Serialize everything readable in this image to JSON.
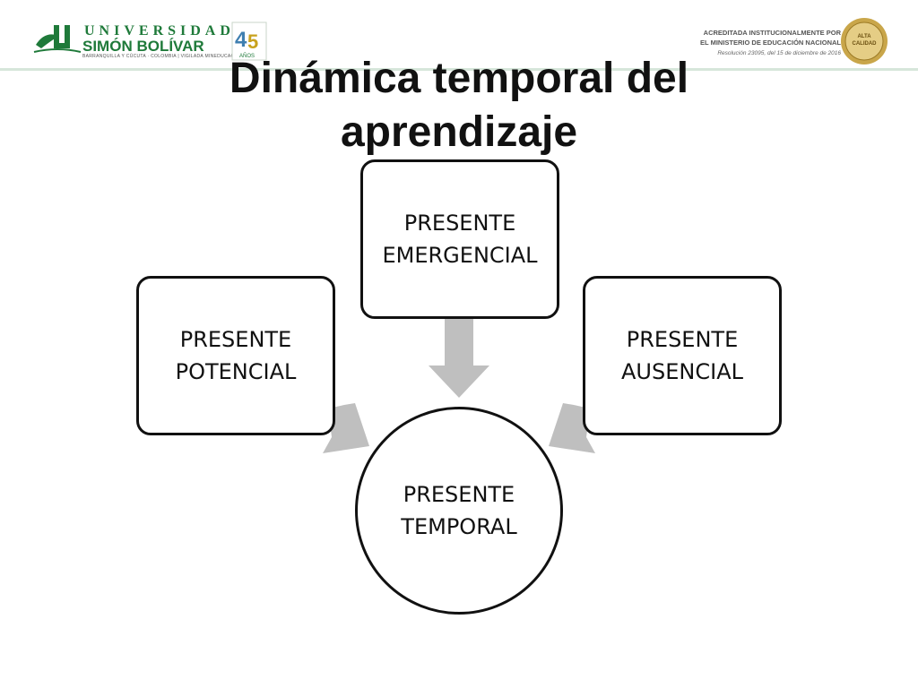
{
  "header": {
    "university_line1": "UNIVERSIDAD",
    "university_line2": "SIMÓN BOLÍVAR",
    "university_sub": "BARRANQUILLA Y CÚCUTA · COLOMBIA | VIGILADA MINEDUCACIÓN",
    "accreditation_line1": "ACREDITADA INSTITUCIONALMENTE POR",
    "accreditation_line2": "EL MINISTERIO DE EDUCACIÓN NACIONAL",
    "accreditation_line3": "Resolución 23095, del 15 de diciembre de 2016",
    "anniversary": "45",
    "anniversary_unit": "AÑOS",
    "seal_text": "ALTA CALIDAD"
  },
  "title": "Dinámica temporal del aprendizaje",
  "diagram": {
    "center": "PRESENTE\nTEMPORAL",
    "top": "PRESENTE\nEMERGENCIAL",
    "left": "PRESENTE\nPOTENCIAL",
    "right": "PRESENTE\nAUSENCIAL"
  },
  "colors": {
    "brand_green": "#1f7a3a",
    "arrow_gray": "#bfbfbf",
    "border": "#111111"
  }
}
